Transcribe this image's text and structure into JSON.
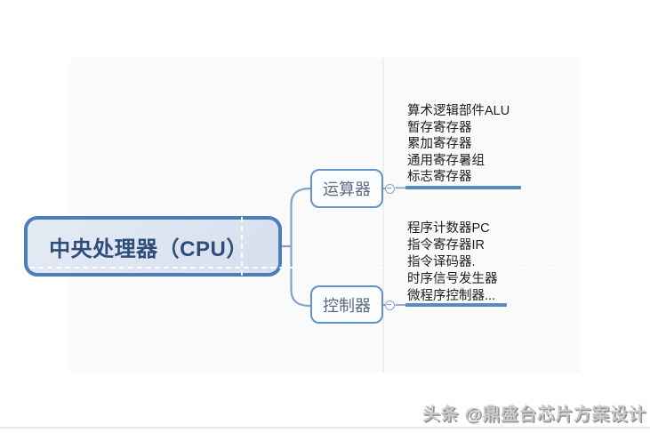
{
  "colors": {
    "root_border": "#4d7dbe",
    "root_fill": "#dbe4f0",
    "root_text": "#2e4d7d",
    "branch_border": "#6591c5",
    "branch_text": "#5d6b80",
    "connector": "#82a3cc",
    "child_topic_line": "#5a88c0",
    "list_text": "#1e1e1e",
    "canvas_background": "#fafafa",
    "watermark_gray": "#8f8f8f"
  },
  "mindmap": {
    "root": {
      "label": "中央处理器（CPU）"
    },
    "branches": [
      {
        "label": "运算器",
        "toggle_icon": "minus-circle",
        "children": [
          "算术逻辑部件ALU",
          "暂存寄存器",
          "累加寄存器",
          "通用寄存暑组",
          "标志寄存器"
        ]
      },
      {
        "label": "控制器",
        "toggle_icon": "minus-circle",
        "children": [
          "程序计数器PC",
          "指令寄存器IR",
          "指令译码器.",
          "时序信号发生器",
          "微程序控制器..."
        ]
      }
    ]
  },
  "watermark": {
    "text": "头条 @鼎盛台芯片方案设计"
  }
}
